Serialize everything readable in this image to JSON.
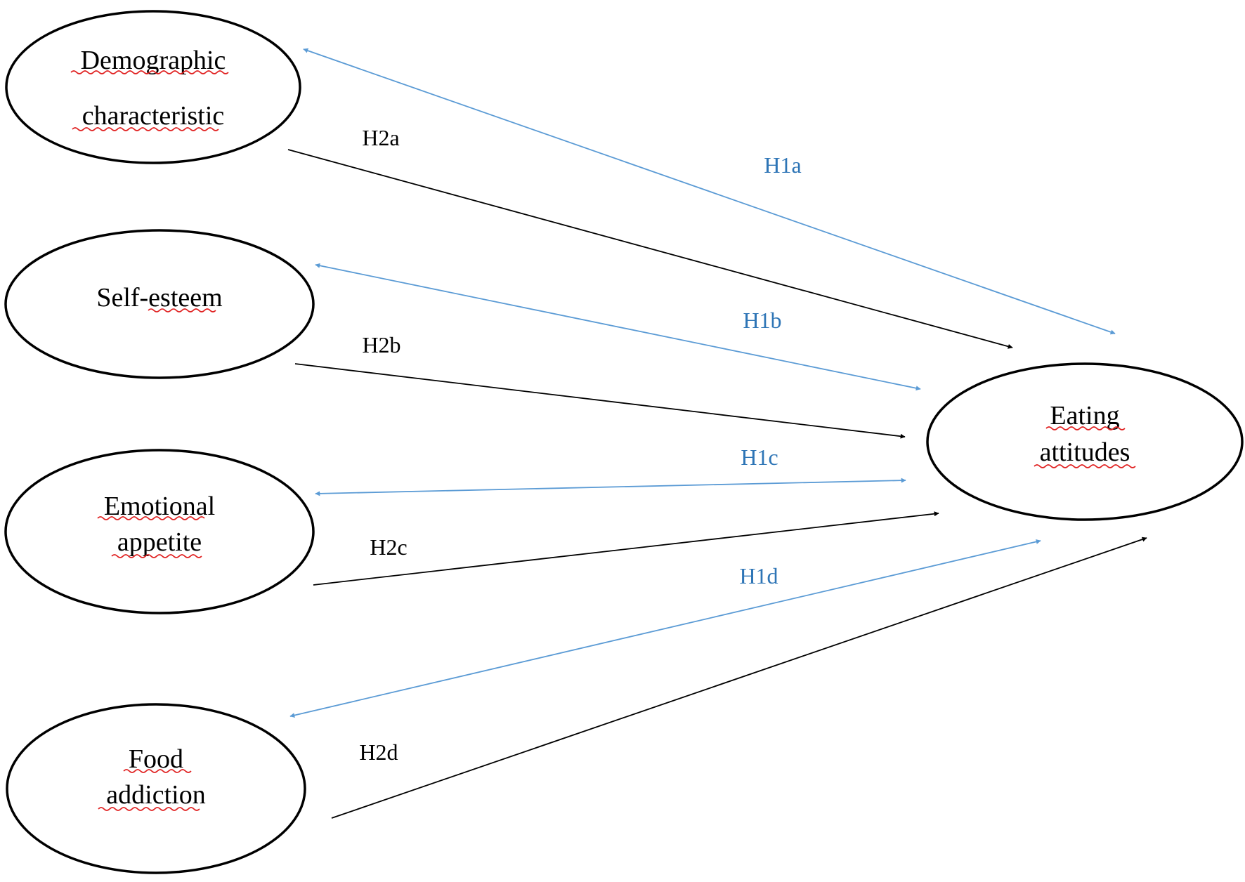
{
  "colors": {
    "blue_arrow": "#5b9bd5",
    "blue_label": "#2e75b6",
    "black_arrow": "#000000"
  },
  "nodes": {
    "demographic": {
      "line1": "Demographic",
      "line2": "characteristic"
    },
    "self_esteem": {
      "line1": "Self-esteem"
    },
    "emotional_appetite": {
      "line1": "Emotional",
      "line2": "appetite"
    },
    "food_addiction": {
      "line1": "Food",
      "line2": "addiction"
    },
    "eating_attitudes": {
      "line1": "Eating",
      "line2": "attitudes"
    }
  },
  "hypotheses": {
    "h1a": "H1a",
    "h1b": "H1b",
    "h1c": "H1c",
    "h1d": "H1d",
    "h2a": "H2a",
    "h2b": "H2b",
    "h2c": "H2c",
    "h2d": "H2d"
  }
}
